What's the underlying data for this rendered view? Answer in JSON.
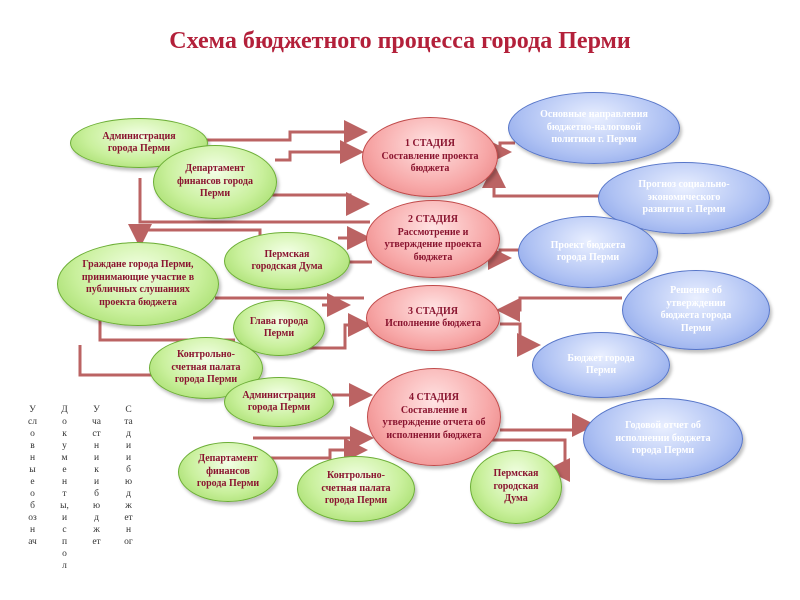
{
  "title": "Схема бюджетного процесса города Перми",
  "stages": {
    "stage1": "1 СТАДИЯ\nСоставление проекта\nбюджета",
    "stage2": "2 СТАДИЯ\nРассмотрение и\nутверждение проекта\nбюджета",
    "stage3": "3 СТАДИЯ\nИсполнение бюджета",
    "stage4": "4 СТАДИЯ\nСоставление и\nутверждение отчета об\nисполнении бюджета"
  },
  "participants": {
    "admin_top": "Администрация\nгорода Перми",
    "finance_top": "Департамент\nфинансов города\nПерми",
    "citizens": "Граждане города Перми,\nпринимающие участие в\nпубличных слушаниях\nпроекта бюджета",
    "duma_mid": "Пермская\nгородская Дума",
    "head": "Глава города\nПерми",
    "control_mid": "Контрольно-\nсчетная палата\nгорода Перми",
    "admin_bottom": "Администрация\nгорода Перми",
    "finance_bottom": "Департамент\nфинансов\nгорода Перми",
    "control_bottom": "Контрольно-\nсчетная палата\nгорода Перми",
    "duma_bottom": "Пермская\nгородская\nДума"
  },
  "documents": {
    "policy": "Основные направления\nбюджетно-налоговой\nполитики г. Перми",
    "forecast": "Прогноз социально-\nэкономического\nразвития г. Перми",
    "draft": "Проект бюджета\nгорода Перми",
    "decision": "Решение об\nутверждении\nбюджета города\nПерми",
    "budget": "Бюджет города\nПерми",
    "report": "Годовой отчет об\nисполнении бюджета\nгорода Перми"
  },
  "legend": {
    "col1": "Условные обознач",
    "col2": "Документы, испол",
    "col3": "Участники бюджет",
    "col4": "Стадии бюджетног"
  },
  "colors": {
    "title": "#b3203a",
    "arrow": "#b04848",
    "participant": "#a9e070",
    "stage": "#f59a9a",
    "document": "#93aeec"
  }
}
